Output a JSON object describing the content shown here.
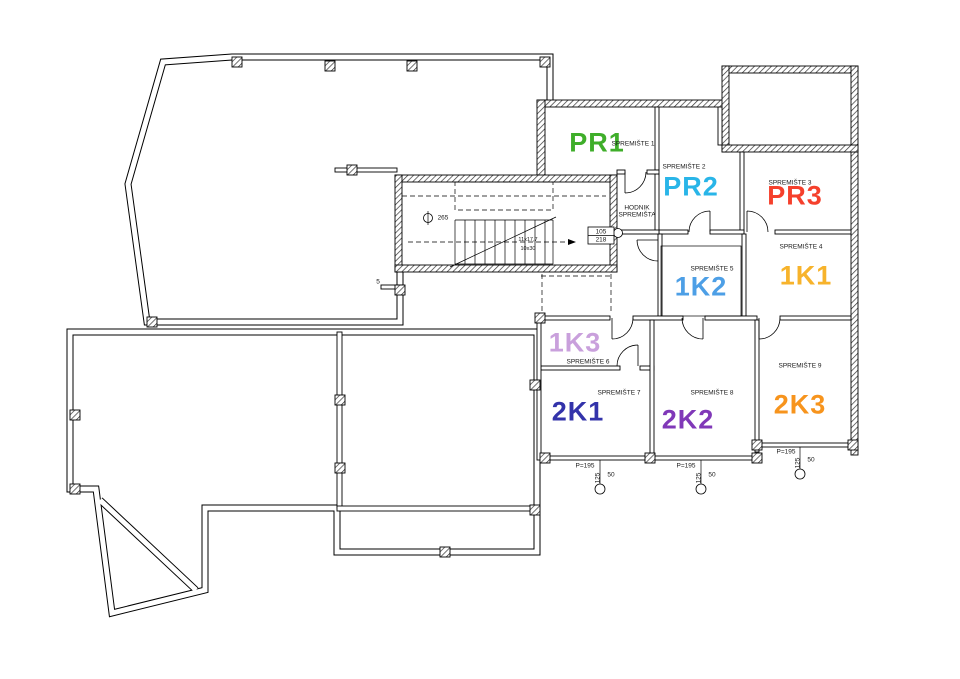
{
  "plan_labels": {
    "units": [
      {
        "id": "pr1",
        "text": "PR1",
        "color": "#3FAE2A"
      },
      {
        "id": "pr2",
        "text": "PR2",
        "color": "#29B5E8"
      },
      {
        "id": "pr3",
        "text": "PR3",
        "color": "#F5402C"
      },
      {
        "id": "1k1",
        "text": "1K1",
        "color": "#F7B32B"
      },
      {
        "id": "1k2",
        "text": "1K2",
        "color": "#4D9FE6"
      },
      {
        "id": "1k3",
        "text": "1K3",
        "color": "#C9A0DC"
      },
      {
        "id": "2k1",
        "text": "2K1",
        "color": "#3333AA"
      },
      {
        "id": "2k2",
        "text": "2K2",
        "color": "#8038B8"
      },
      {
        "id": "2k3",
        "text": "2K3",
        "color": "#F7941D"
      }
    ],
    "rooms": [
      "SPREMIŠTE 1",
      "SPREMIŠTE 2",
      "SPREMIŠTE 3",
      "SPREMIŠTE 4",
      "SPREMIŠTE 5",
      "SPREMIŠTE 6",
      "SPREMIŠTE 7",
      "SPREMIŠTE 8",
      "SPREMIŠTE 9"
    ],
    "corridor": {
      "line1": "HODNIK",
      "line2": "SPREMIŠTA"
    },
    "dims": {
      "door_marker_top": "105",
      "door_marker_bottom": "218",
      "stair_symbol": "265",
      "wall_note": "5",
      "stair_note_1": "11x17,7",
      "stair_note_2": "10x30",
      "sill_height": "P=195",
      "sill_width": "125",
      "sill_depth": "50"
    }
  }
}
